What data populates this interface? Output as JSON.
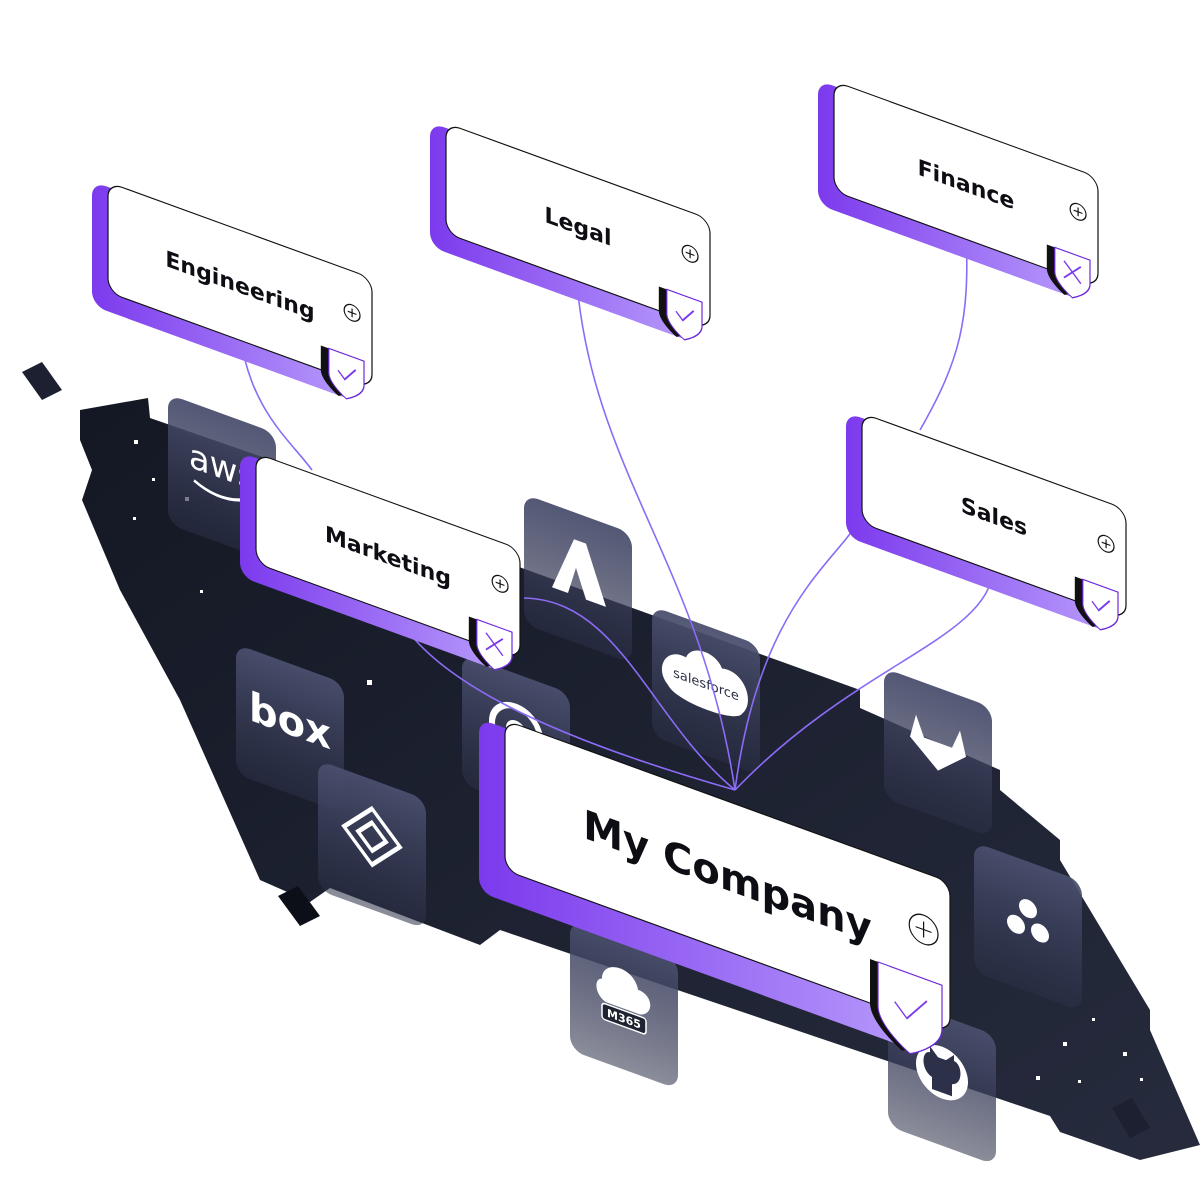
{
  "root": {
    "label": "My Company",
    "status": "check"
  },
  "groups": [
    {
      "label": "Engineering",
      "status": "check"
    },
    {
      "label": "Legal",
      "status": "check"
    },
    {
      "label": "Finance",
      "status": "cross"
    },
    {
      "label": "Marketing",
      "status": "cross"
    },
    {
      "label": "Sales",
      "status": "check"
    }
  ],
  "integrations": [
    {
      "label": "aws",
      "icon": "aws-icon"
    },
    {
      "label": "",
      "icon": "azure-icon"
    },
    {
      "label": "salesforce",
      "icon": "salesforce-icon"
    },
    {
      "label": "",
      "icon": "gitlab-icon"
    },
    {
      "label": "box",
      "icon": "box-icon"
    },
    {
      "label": "",
      "icon": "mimecast-icon"
    },
    {
      "label": "",
      "icon": "diamond-logo-icon"
    },
    {
      "label": "M365",
      "icon": "m365-icon"
    },
    {
      "label": "",
      "icon": "asana-icon"
    },
    {
      "label": "",
      "icon": "github-icon"
    }
  ],
  "colors": {
    "accent": "#8b5cf6",
    "accent_dark": "#6d28d9",
    "platform": "#1f2433",
    "tile": "#3a3f5a",
    "link": "#8b6cf6"
  }
}
